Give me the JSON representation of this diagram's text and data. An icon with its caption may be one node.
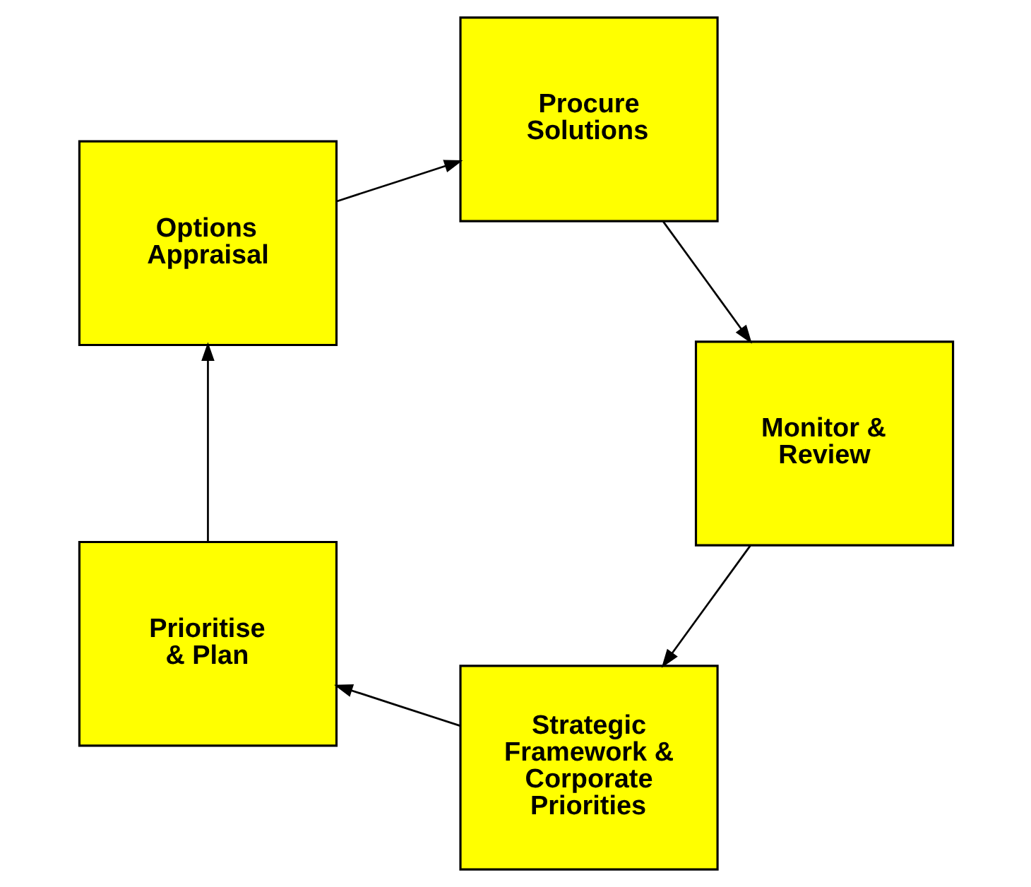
{
  "diagram": {
    "nodes": [
      {
        "text": [
          "Strategic Framework & Corporate Priorities"
        ]
      },
      {
        "text": [
          "Prioritise & Plan"
        ]
      },
      {
        "text": [
          "Options Appraisal"
        ]
      },
      {
        "text": [
          "Procure Solutions"
        ]
      },
      {
        "text": [
          "Monitor & Review"
        ]
      }
    ],
    "edges": [
      {
        "from": 0,
        "to": 1,
        "arrow": "to"
      },
      {
        "from": 1,
        "to": 2,
        "arrow": "to"
      },
      {
        "from": 2,
        "to": 3,
        "arrow": "to"
      },
      {
        "from": 3,
        "to": 4,
        "arrow": "to"
      },
      {
        "from": 4,
        "to": 0,
        "arrow": "to"
      }
    ]
  }
}
